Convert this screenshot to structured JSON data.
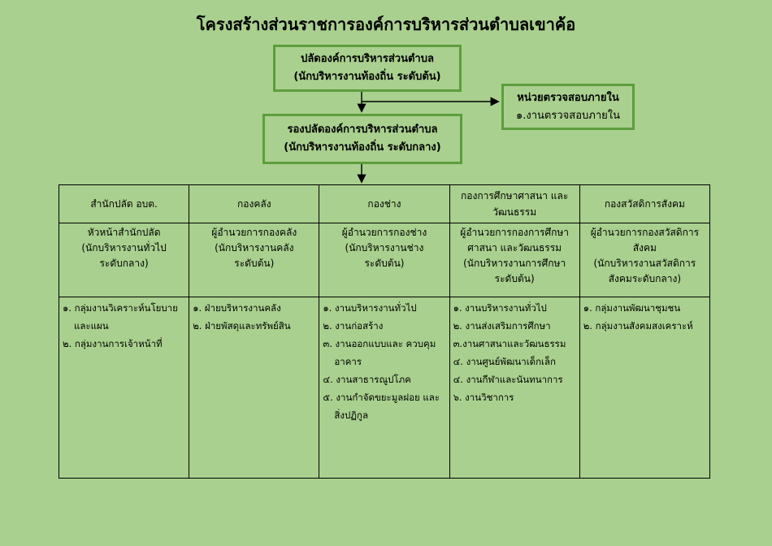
{
  "title": "โครงสร้างส่วนราชการองค์การบริหารส่วนตำบลเขาค้อ",
  "clerk": {
    "line1": "ปลัดองค์การบริหารส่วนตำบล",
    "line2": "(นักบริหารงานท้องถิ่น  ระดับต้น)"
  },
  "deputy": {
    "line1": "รองปลัดองค์การบริหารส่วนตำบล",
    "line2": "(นักบริหารงานท้องถิ่น  ระดับกลาง)"
  },
  "audit": {
    "line1": "หน่วยตรวจสอบภายใน",
    "line2": "๑.งานตรวจสอบภายใน"
  },
  "divisions": [
    {
      "name": "สำนักปลัด อบต.",
      "head": [
        "หัวหน้าสำนักปลัด",
        "(นักบริหารงานทั่วไป",
        "ระดับกลาง)"
      ],
      "tasks": [
        "๑. กลุ่มงานวิเคราะห์นโยบาย และแผน",
        "๒. กลุ่มงานการเจ้าหน้าที่"
      ]
    },
    {
      "name": "กองคลัง",
      "head": [
        "ผู้อำนวยการกองคลัง",
        "(นักบริหารงานคลัง",
        "ระดับต้น)"
      ],
      "tasks": [
        "๑. ฝ่ายบริหารงานคลัง",
        "๒. ฝ่ายพัสดุและทรัพย์สิน"
      ]
    },
    {
      "name": "กองช่าง",
      "head": [
        "ผู้อำนวยการกองช่าง",
        "(นักบริหารงานช่าง",
        "ระดับต้น)"
      ],
      "tasks": [
        "๑. งานบริหารงานทั่วไป",
        "๒. งานก่อสร้าง",
        "๓. งานออกแบบและ ควบคุมอาคาร",
        "๔. งานสาธารณูปโภค",
        "๕. งานกำจัดขยะมูลฝอย และสิ่งปฏิกูล"
      ]
    },
    {
      "name": "กองการศึกษาศาสนา และวัฒนธรรม",
      "head": [
        "ผู้อำนวยการกองการศึกษา",
        "ศาสนา และวัฒนธรรม",
        "(นักบริหารงานการศึกษา",
        "ระดับต้น)"
      ],
      "tasks": [
        "๑. งานบริหารงานทั่วไป",
        "๒. งานส่งเสริมการศึกษา",
        "๓.งานศาสนาและวัฒนธรรม",
        "๔. งานศูนย์พัฒนาเด็กเล็ก",
        "๔. งานกีฬาและนันทนาการ",
        "๖. งานวิชาการ"
      ]
    },
    {
      "name": "กองสวัสดิการสังคม",
      "head": [
        "ผู้อำนวยการกองสวัสดิการ",
        "สังคม",
        "(นักบริหารงานสวัสดิการ",
        "สังคมระดับกลาง)"
      ],
      "tasks": [
        "๑. กลุ่มงานพัฒนาชุมชน",
        "๒. กลุ่มงานสังคมสงเคราะห์"
      ]
    }
  ]
}
